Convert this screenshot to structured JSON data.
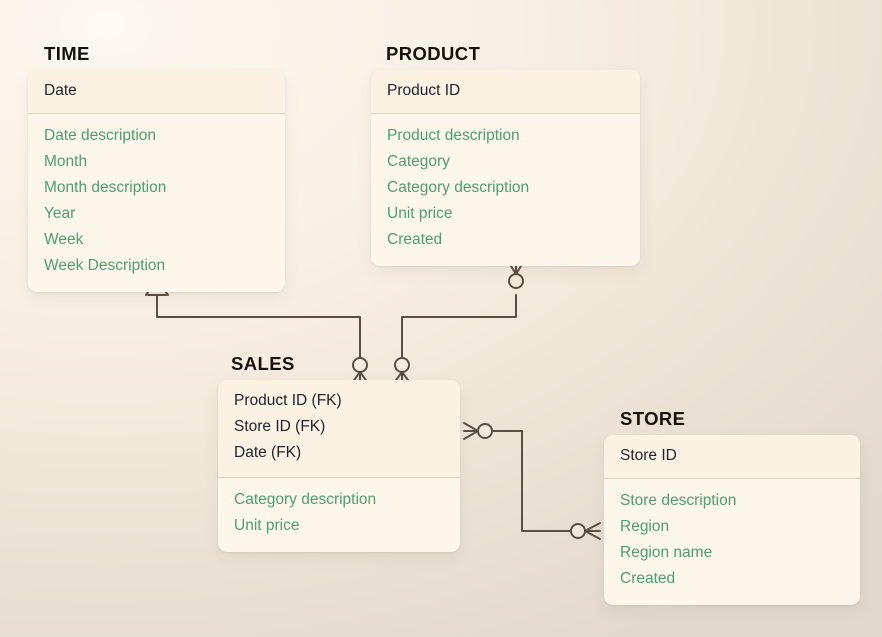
{
  "diagram": {
    "type": "entity-relationship-diagram",
    "notation": "crows-foot",
    "colors": {
      "background_light": "#fdf8f0",
      "background_dark": "#e2d9cc",
      "card": "#fdf6ea",
      "card_header": "#fbf2e3",
      "divider": "#ddd2bf",
      "key_text": "#22232e",
      "attribute_text": "#4e9e71",
      "title_text": "#17130c",
      "edge": "#5a4f42"
    },
    "entities": [
      {
        "id": "time",
        "title": "TIME",
        "keys": [
          "Date"
        ],
        "attributes": [
          "Date description",
          "Month",
          "Month description",
          "Year",
          "Week",
          "Week Description"
        ]
      },
      {
        "id": "product",
        "title": "PRODUCT",
        "keys": [
          "Product ID"
        ],
        "attributes": [
          "Product description",
          "Category",
          "Category description",
          "Unit price",
          "Created"
        ]
      },
      {
        "id": "sales",
        "title": "SALES",
        "keys": [
          "Product ID (FK)",
          "Store ID (FK)",
          "Date (FK)"
        ],
        "attributes": [
          "Category description",
          "Unit price"
        ]
      },
      {
        "id": "store",
        "title": "STORE",
        "keys": [
          "Store ID"
        ],
        "attributes": [
          "Store description",
          "Region",
          "Region name",
          "Created"
        ]
      }
    ],
    "relationships": [
      {
        "id": "time-sales",
        "from": "time",
        "to": "sales",
        "from_cardinality": "one-or-many",
        "to_cardinality": "zero-or-many"
      },
      {
        "id": "product-sales",
        "from": "product",
        "to": "sales",
        "from_cardinality": "zero-or-many",
        "to_cardinality": "zero-or-many"
      },
      {
        "id": "sales-store",
        "from": "sales",
        "to": "store",
        "from_cardinality": "zero-or-many",
        "to_cardinality": "zero-or-many"
      }
    ]
  }
}
